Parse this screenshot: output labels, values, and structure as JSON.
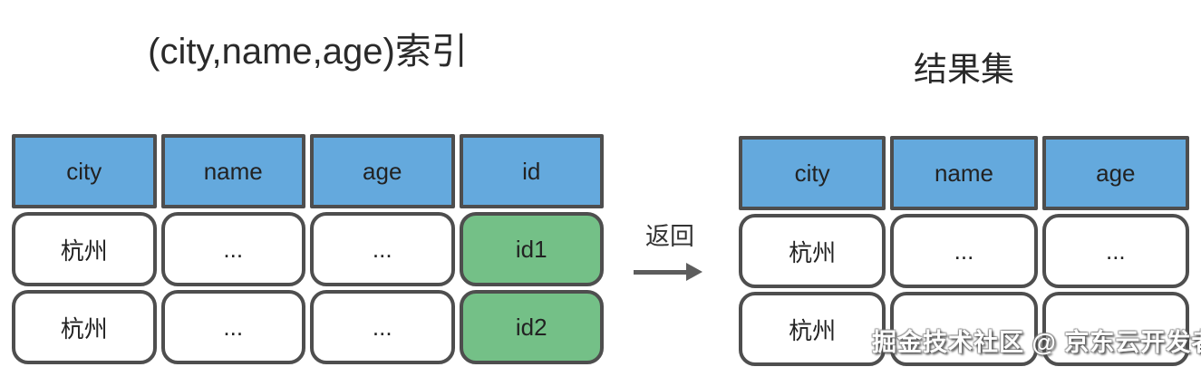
{
  "colors": {
    "header_blue": "#64a9dd",
    "id_green": "#74c087",
    "cell_border": "#4e4e4e",
    "arrow_gray": "#5d5d5d"
  },
  "left_panel": {
    "title": "(city,name,age)索引",
    "table": {
      "headers": [
        "city",
        "name",
        "age",
        "id"
      ],
      "rows": [
        [
          {
            "text": "杭州",
            "variant": "plain"
          },
          {
            "text": "...",
            "variant": "plain"
          },
          {
            "text": "...",
            "variant": "plain"
          },
          {
            "text": "id1",
            "variant": "green"
          }
        ],
        [
          {
            "text": "杭州",
            "variant": "plain"
          },
          {
            "text": "...",
            "variant": "plain"
          },
          {
            "text": "...",
            "variant": "plain"
          },
          {
            "text": "id2",
            "variant": "green"
          }
        ]
      ]
    }
  },
  "arrow": {
    "label": "返回"
  },
  "right_panel": {
    "title": "结果集",
    "table": {
      "headers": [
        "city",
        "name",
        "age"
      ],
      "rows": [
        [
          {
            "text": "杭州",
            "variant": "plain"
          },
          {
            "text": "...",
            "variant": "plain"
          },
          {
            "text": "...",
            "variant": "plain"
          }
        ],
        [
          {
            "text": "杭州",
            "variant": "plain"
          },
          {
            "text": "",
            "variant": "plain"
          },
          {
            "text": "",
            "variant": "plain"
          }
        ]
      ]
    }
  },
  "watermark": "掘金技术社区 @ 京东云开发者"
}
